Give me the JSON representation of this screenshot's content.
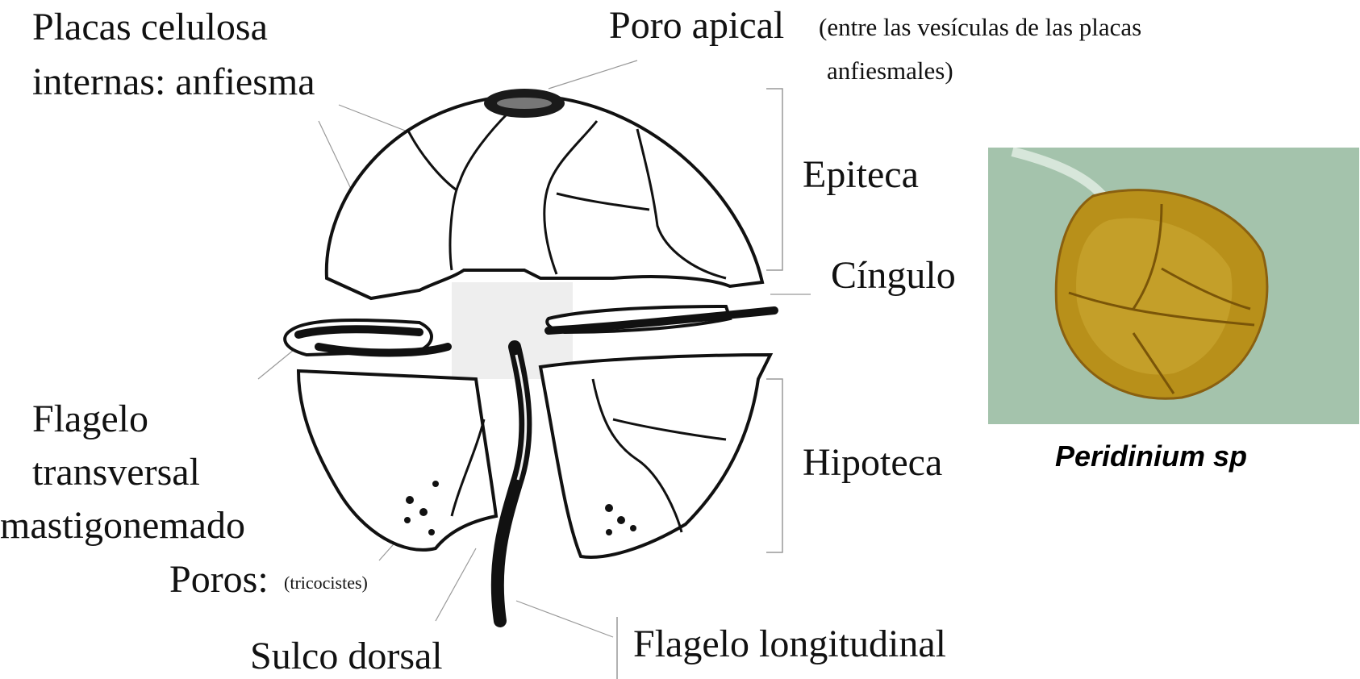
{
  "labels": {
    "placas_line1": "Placas celulosa",
    "placas_line2": "internas: anfiesma",
    "poro_apical": "Poro apical",
    "poro_apical_note_line1": "(entre las vesículas de las placas",
    "poro_apical_note_line2": "anfiesmales)",
    "epiteca": "Epiteca",
    "cingulo": "Cíngulo",
    "hipoteca": "Hipoteca",
    "flagelo_transversal_line1": "Flagelo",
    "flagelo_transversal_line2": "transversal",
    "flagelo_transversal_line3": "mastigonemado",
    "poros": "Poros:",
    "poros_note": "(tricocistes)",
    "sulco_dorsal": "Sulco dorsal",
    "flagelo_longitudinal": "Flagelo  longitudinal"
  },
  "photo": {
    "caption": "Peridinium sp"
  },
  "colors": {
    "ink": "#111111",
    "photo_background": "#9fbfa9",
    "cell_body": "#b8901a"
  }
}
